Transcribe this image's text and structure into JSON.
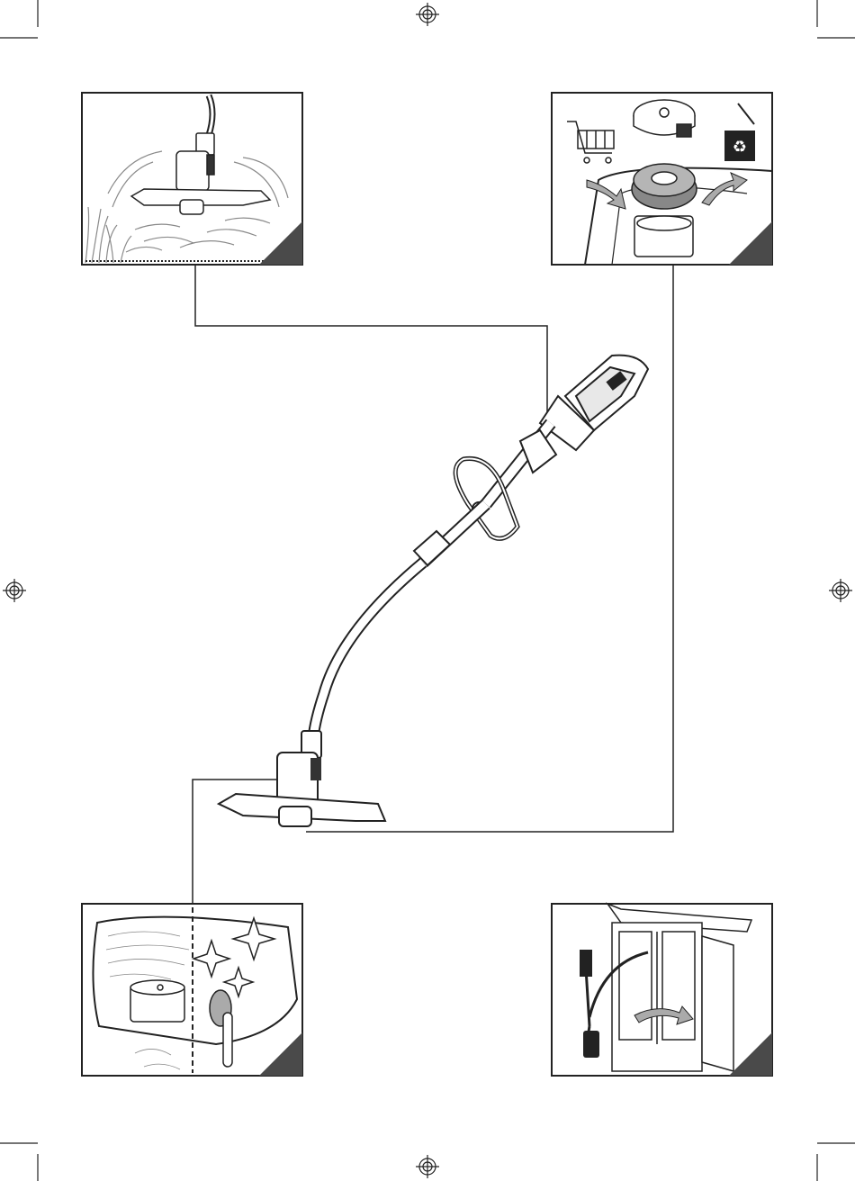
{
  "document": {
    "type": "instruction-manual-illustration-page",
    "panels": [
      {
        "id": "usage",
        "icon": "grass-trimming-icon"
      },
      {
        "id": "spool-replacement",
        "icon": "spool-recycle-icon"
      },
      {
        "id": "cleaning",
        "icon": "guard-cleaning-icon"
      },
      {
        "id": "storage",
        "icon": "cabinet-storage-icon"
      }
    ],
    "colors": {
      "line": "#222222",
      "corner": "#4a4a4a",
      "grass": "#8a8a8a"
    }
  }
}
